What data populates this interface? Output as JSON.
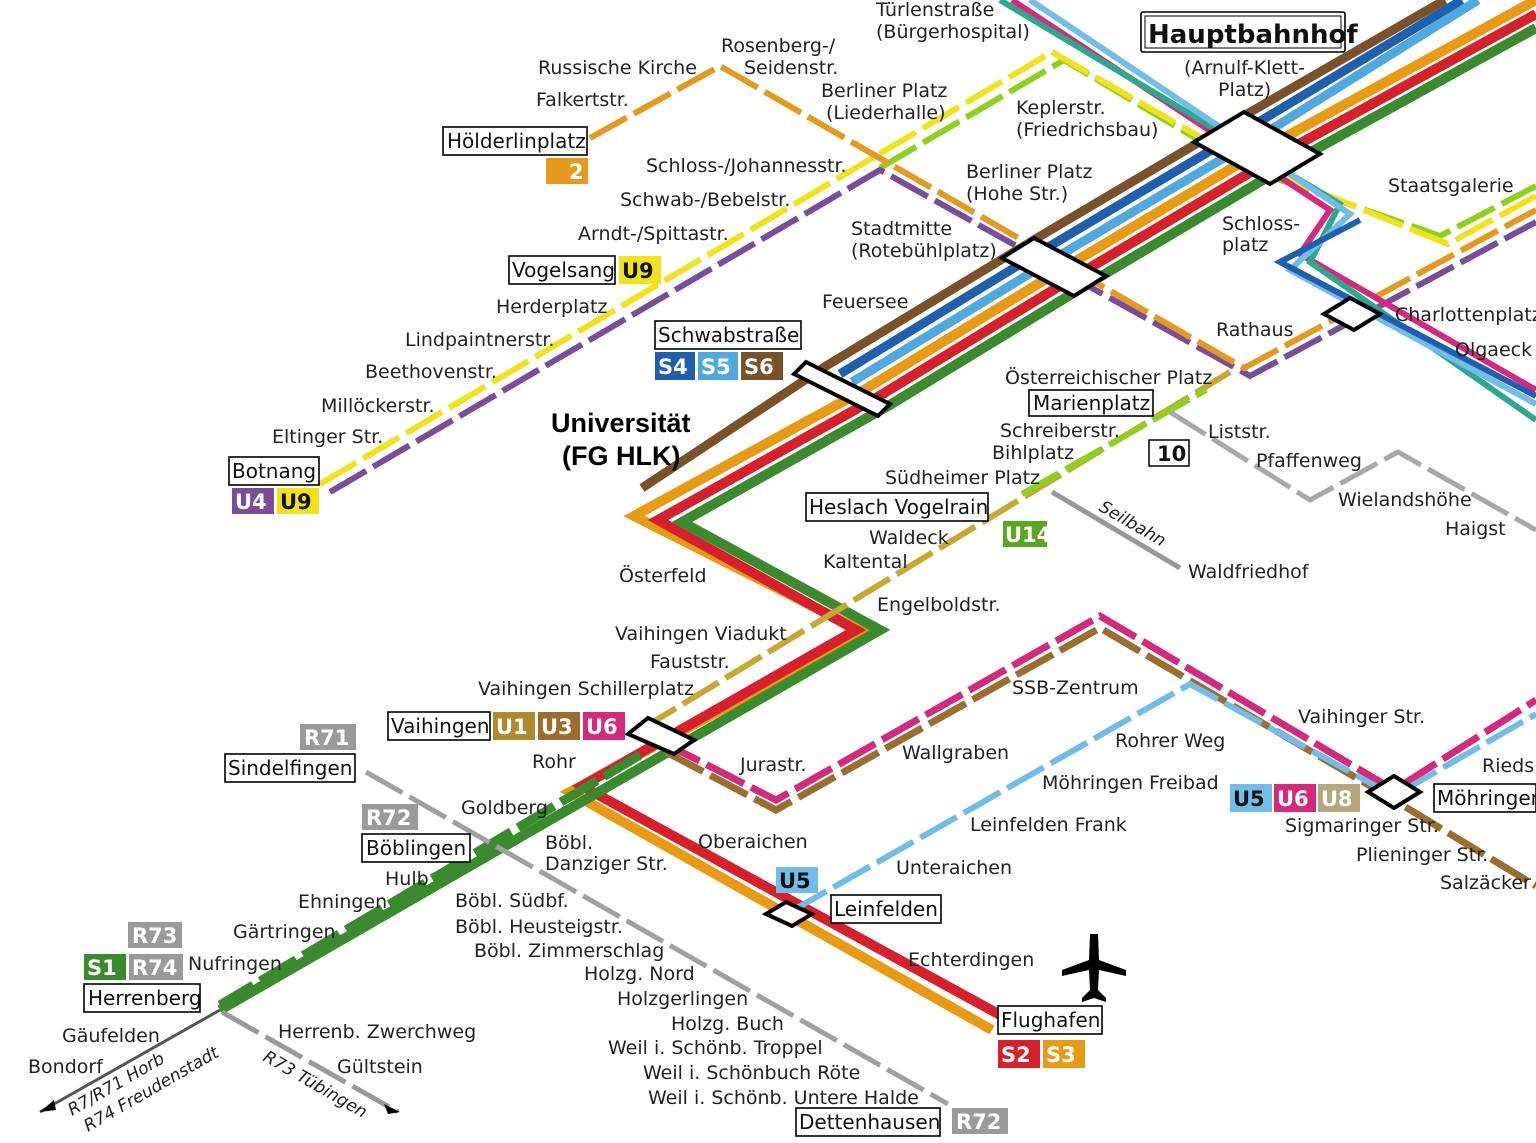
{
  "colors": {
    "s1": "#3a8a2e",
    "s2": "#d8202c",
    "s3": "#e89a12",
    "s4": "#1e5fb0",
    "s5": "#4fa8e0",
    "s6": "#7b5128",
    "u1": "#b08a2a",
    "u3": "#9b6e2e",
    "u4": "#7a4c9c",
    "u5": "#6fbde8",
    "u6": "#d6287c",
    "u8": "#b8a67c",
    "u9": "#f2e21a",
    "u14": "#5aa61f",
    "u2": "#e59a1e",
    "u7": "#b53a8a",
    "u15": "#2ea88c",
    "seilbahn": "#999999",
    "regional": "#9a9a9a",
    "green_light": "#8ed11c"
  },
  "hub": {
    "name": "Hauptbahnhof",
    "sub1": "(Arnulf-Klett-",
    "sub2": "Platz)"
  },
  "university": {
    "line1": "Universität",
    "line2": "(FG HLK)"
  },
  "boxed_stations": {
    "hoelderlinplatz": "Hölderlinplatz",
    "vogelsang": "Vogelsang",
    "botnang": "Botnang",
    "schwabstrasse": "Schwabstraße",
    "marienplatz": "Marienplatz",
    "heslach": "Heslach Vogelrain",
    "vaihingen": "Vaihingen",
    "sindelfingen": "Sindelfingen",
    "boeblingen": "Böblingen",
    "herrenberg": "Herrenberg",
    "leinfelden": "Leinfelden",
    "moehringen": "Möhringen",
    "flughafen": "Flughafen",
    "dettenhausen": "Dettenhausen"
  },
  "badges": {
    "b2": "2",
    "u9": "U9",
    "u4": "U4",
    "u9b": "U9",
    "s4": "S4",
    "s5": "S5",
    "s6": "S6",
    "b10": "10",
    "u14": "U14",
    "u1": "U1",
    "u3": "U3",
    "u6": "U6",
    "r71": "R71",
    "r72": "R72",
    "r73": "R73",
    "r74": "R74",
    "s1": "S1",
    "u5": "U5",
    "u5b": "U5",
    "u6b": "U6",
    "u8": "U8",
    "s2": "S2",
    "s3": "S3",
    "r72b": "R72"
  },
  "stations": {
    "tuerlen1": "Türlenstraße",
    "tuerlen2": "(Bürgerhospital)",
    "rosenberg1": "Rosenberg-/",
    "rosenberg2": "Seidenstr.",
    "russische": "Russische Kirche",
    "falkert": "Falkertstr.",
    "bplatz_l1": "Berliner Platz",
    "bplatz_l2": "(Liederhalle)",
    "kepler1": "Keplerstr.",
    "kepler2": "(Friedrichsbau)",
    "schloss_joh": "Schloss-/Johannesstr.",
    "schwab_bebel": "Schwab-/Bebelstr.",
    "bplatz_h1": "Berliner Platz",
    "bplatz_h2": "(Hohe Str.)",
    "staatsgalerie": "Staatsgalerie",
    "arndt": "Arndt-/Spittastr.",
    "stadtmitte1": "Stadtmitte",
    "stadtmitte2": "(Rotebühlplatz)",
    "schlossplatz1": "Schloss-",
    "schlossplatz2": "platz",
    "herderplatz": "Herderplatz",
    "feuersee": "Feuersee",
    "charlottenplatz": "Charlottenplatz",
    "rathaus": "Rathaus",
    "lindpaintner": "Lindpaintnerstr.",
    "olgaeck": "Olgaeck",
    "beethoven": "Beethovenstr.",
    "oesterr": "Österreichischer Platz",
    "milloecker": "Millöckerstr.",
    "schreiber": "Schreiberstr.",
    "liststr": "Liststr.",
    "eltinger": "Eltinger Str.",
    "bihlplatz": "Bihlplatz",
    "pfaffenweg": "Pfaffenweg",
    "suedheimer": "Südheimer Platz",
    "wielandshoehe": "Wielandshöhe",
    "haigst": "Haigst",
    "seilbahn": "Seilbahn",
    "waldeck": "Waldeck",
    "kaltental": "Kaltental",
    "oesterfeld": "Österfeld",
    "waldfriedhof": "Waldfriedhof",
    "engelbold": "Engelboldstr.",
    "vaihingen_viadukt": "Vaihingen Viadukt",
    "fauststr": "Fauststr.",
    "ssb": "SSB-Zentrum",
    "vaihingen_schiller": "Vaihingen Schillerplatz",
    "vaihinger_str": "Vaihinger Str.",
    "rohrer_weg": "Rohrer Weg",
    "wallgraben": "Wallgraben",
    "rohr": "Rohr",
    "jurastr": "Jurastr.",
    "riedsee": "Rieds",
    "moehringen_freibad": "Möhringen Freibad",
    "goldberg": "Goldberg",
    "sigmaringer": "Sigmaringer Str.",
    "leinfelden_frank": "Leinfelden Frank",
    "boebl_danziger1": "Böbl.",
    "boebl_danziger2": "Danziger Str.",
    "oberaichen": "Oberaichen",
    "plieninger": "Plieninger Str.",
    "hulb": "Hulb",
    "unteraichen": "Unteraichen",
    "salzaecker": "Salzäcker",
    "ehningen": "Ehningen",
    "boebl_suedbf": "Böbl. Südbf.",
    "gaertringen": "Gärtringen",
    "boebl_heusteig": "Böbl. Heusteigstr.",
    "nufringen": "Nufringen",
    "boebl_zimmer": "Böbl. Zimmerschlag",
    "echterdingen": "Echterdingen",
    "holzg_nord": "Holzg. Nord",
    "holzgerlingen": "Holzgerlingen",
    "gaeufelden": "Gäufelden",
    "herrenb_zwerch": "Herrenb. Zwerchweg",
    "holzg_buch": "Holzg. Buch",
    "weil_troppel": "Weil i. Schönb. Troppel",
    "bondorf": "Bondorf",
    "gueltstein": "Gültstein",
    "weil_roete": "Weil i. Schönbuch Röte",
    "weil_halde": "Weil i. Schönb. Untere Halde",
    "dir_horb": "R7/R71 Horb",
    "dir_freudenstadt": "R74 Freudenstadt",
    "dir_tuebingen": "R73 Tübingen"
  },
  "icons": {
    "airport": "airplane-icon"
  }
}
